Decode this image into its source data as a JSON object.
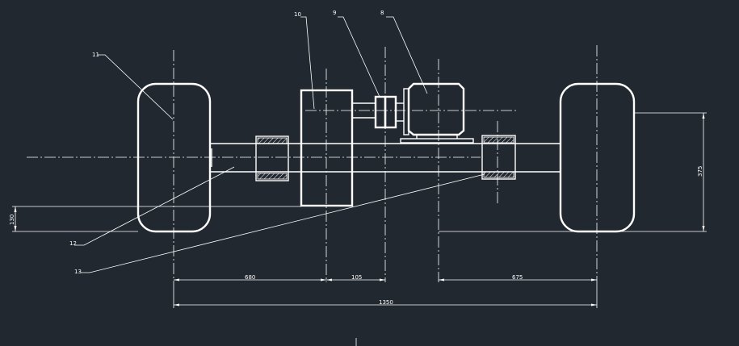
{
  "colors": {
    "background": "#212830",
    "lines": "#ffffff"
  },
  "callouts": [
    "8",
    "9",
    "10",
    "11",
    "12",
    "13"
  ],
  "dimensions": {
    "d680": "680",
    "d105": "105",
    "d675": "675",
    "d1350": "1350",
    "d375": "375",
    "d130": "130"
  }
}
